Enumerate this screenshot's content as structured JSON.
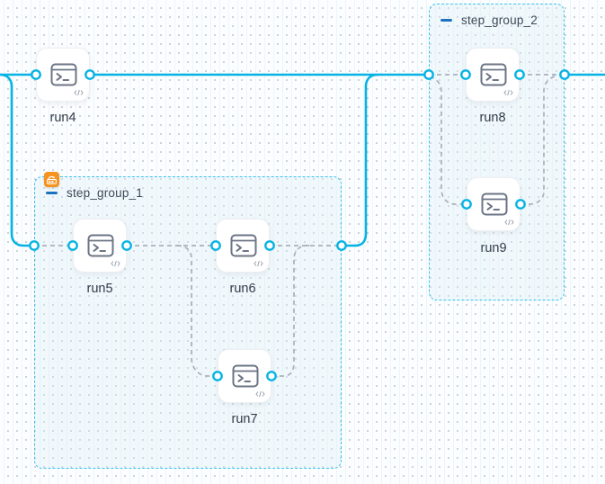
{
  "app": {
    "view": "workflow-dag-canvas"
  },
  "colors": {
    "edge_solid": "#06b3e4",
    "edge_dashed": "#a9b0ba",
    "group_border": "#3cc2ec",
    "group_fill": "rgba(219,239,250,0.32)",
    "collapse_minus": "#1d72c0",
    "group_badge_orange": "#f6921e",
    "node_icon": "#6b7585",
    "node_label": "#333c47",
    "background": "#fcfdfe"
  },
  "groups": [
    {
      "label": "step_group_1",
      "collapse_icon": "minus",
      "badge_icon": "loop-over-steps-badge"
    },
    {
      "label": "step_group_2",
      "collapse_icon": "minus"
    }
  ],
  "nodes": [
    {
      "id": "run4",
      "label": "run4",
      "icon": "terminal-icon",
      "badge": "code-icon"
    },
    {
      "id": "run5",
      "label": "run5",
      "icon": "terminal-icon",
      "badge": "code-icon"
    },
    {
      "id": "run6",
      "label": "run6",
      "icon": "terminal-icon",
      "badge": "code-icon"
    },
    {
      "id": "run7",
      "label": "run7",
      "icon": "terminal-icon",
      "badge": "code-icon"
    },
    {
      "id": "run8",
      "label": "run8",
      "icon": "terminal-icon",
      "badge": "code-icon"
    },
    {
      "id": "run9",
      "label": "run9",
      "icon": "terminal-icon",
      "badge": "code-icon"
    }
  ],
  "edges": {
    "solid": [
      {
        "from": "offscreen-left",
        "to": "run4"
      },
      {
        "from": "offscreen-left",
        "to": "step_group_1"
      },
      {
        "from": "run4",
        "to": "step_group_2"
      },
      {
        "from": "step_group_1",
        "to": "step_group_2"
      },
      {
        "from": "step_group_2",
        "to": "offscreen-right"
      }
    ],
    "dashed": [
      {
        "from": "step_group_1-entry",
        "to": "run5"
      },
      {
        "from": "run5",
        "to": "run6"
      },
      {
        "from": "run5",
        "to": "run7"
      },
      {
        "from": "run6",
        "to": "step_group_1-exit"
      },
      {
        "from": "run7",
        "to": "step_group_1-exit"
      },
      {
        "from": "step_group_2-entry",
        "to": "run8"
      },
      {
        "from": "step_group_2-entry",
        "to": "run9"
      },
      {
        "from": "run8",
        "to": "step_group_2-exit"
      },
      {
        "from": "run9",
        "to": "step_group_2-exit"
      }
    ]
  }
}
